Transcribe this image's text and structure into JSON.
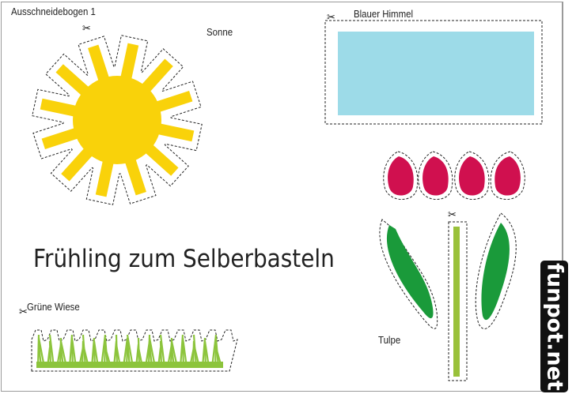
{
  "sheet_title": "Ausschneidebogen 1",
  "labels": {
    "sun": "Sonne",
    "sky": "Blauer Himmel",
    "meadow": "Grüne Wiese",
    "tulip": "Tulpe"
  },
  "headline": "Frühling zum Selberbasteln",
  "watermark": "funpot.net",
  "colors": {
    "sun": "#f9d20a",
    "sky": "#9ddbe8",
    "petal": "#d0104f",
    "leaf": "#1a9a3a",
    "stem": "#99c13a",
    "grass": "#8cc43c"
  },
  "icons": [
    "scissors-icon"
  ]
}
